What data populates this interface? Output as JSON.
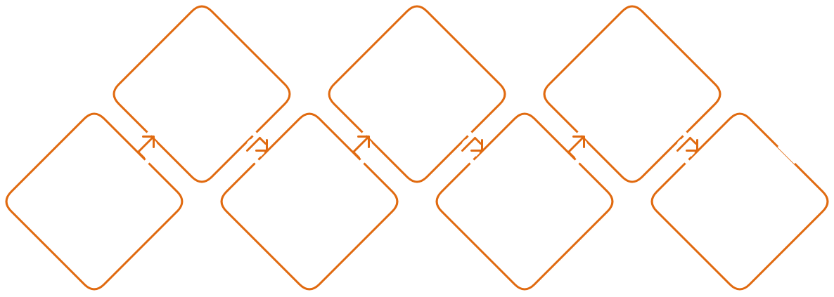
{
  "diagram": {
    "title": "",
    "stroke_color": "#E06A10",
    "background": "#FFFFFF",
    "shapes": [
      {
        "id": "d1",
        "type": "rounded-diamond",
        "row": "lower",
        "label": ""
      },
      {
        "id": "d2",
        "type": "rounded-diamond",
        "row": "upper",
        "label": ""
      },
      {
        "id": "d3",
        "type": "rounded-diamond",
        "row": "lower",
        "label": ""
      },
      {
        "id": "d4",
        "type": "rounded-diamond",
        "row": "upper",
        "label": ""
      },
      {
        "id": "d5",
        "type": "rounded-diamond",
        "row": "lower",
        "label": ""
      },
      {
        "id": "d6",
        "type": "rounded-diamond",
        "row": "upper",
        "label": ""
      },
      {
        "id": "d7",
        "type": "rounded-diamond",
        "row": "lower",
        "label": ""
      }
    ],
    "connectors": [
      {
        "from": "d1",
        "to": "d2",
        "direction": "up-right"
      },
      {
        "from": "d2",
        "to": "d3",
        "direction": "down-right"
      },
      {
        "from": "d3",
        "to": "d4",
        "direction": "up-right"
      },
      {
        "from": "d4",
        "to": "d5",
        "direction": "down-right"
      },
      {
        "from": "d5",
        "to": "d6",
        "direction": "up-right"
      },
      {
        "from": "d6",
        "to": "d7",
        "direction": "down-right"
      }
    ],
    "open_end": {
      "shape": "d7",
      "edge": "upper-right"
    }
  }
}
